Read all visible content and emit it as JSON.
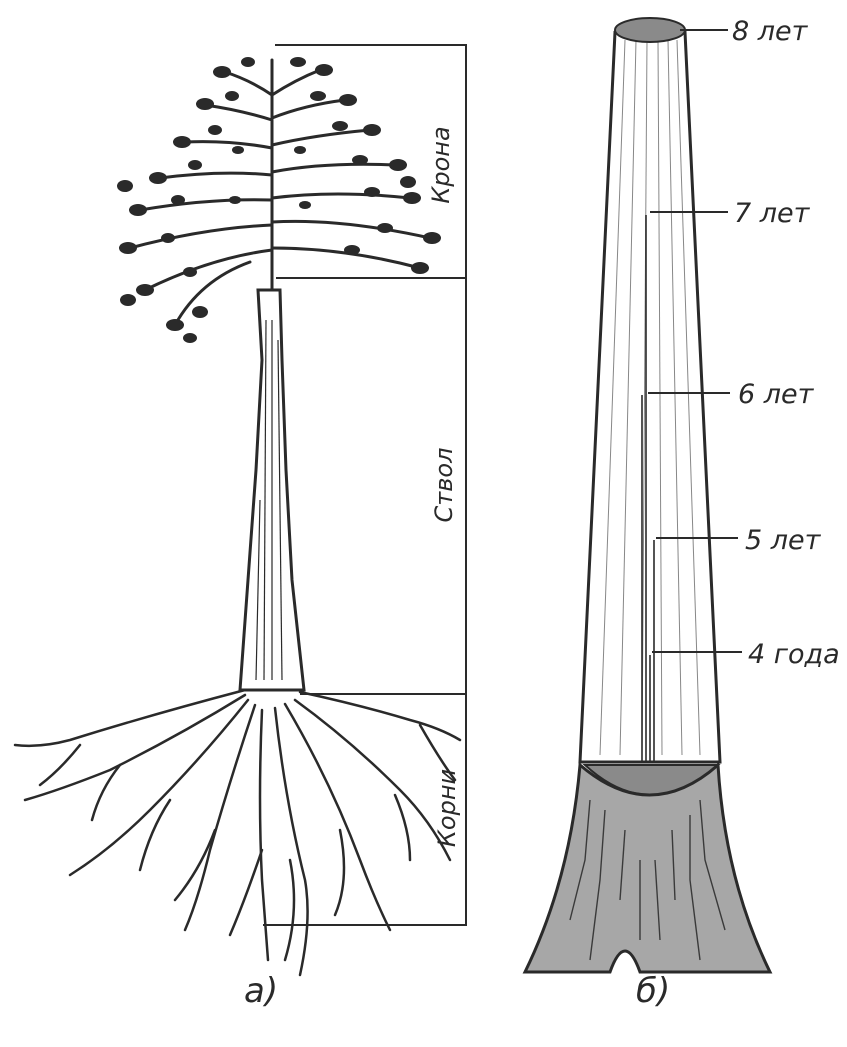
{
  "panel_a": {
    "caption": "а)",
    "zones": {
      "crown": "Крона",
      "trunk": "Ствол",
      "roots": "Корни"
    }
  },
  "panel_b": {
    "caption": "б)",
    "ages": [
      "8 лет",
      "7 лет",
      "6 лет",
      "5 лет",
      "4 года"
    ]
  },
  "colors": {
    "ink": "#2a2a2a",
    "paper": "#ffffff",
    "cut_shade": "#8a8a8a"
  }
}
